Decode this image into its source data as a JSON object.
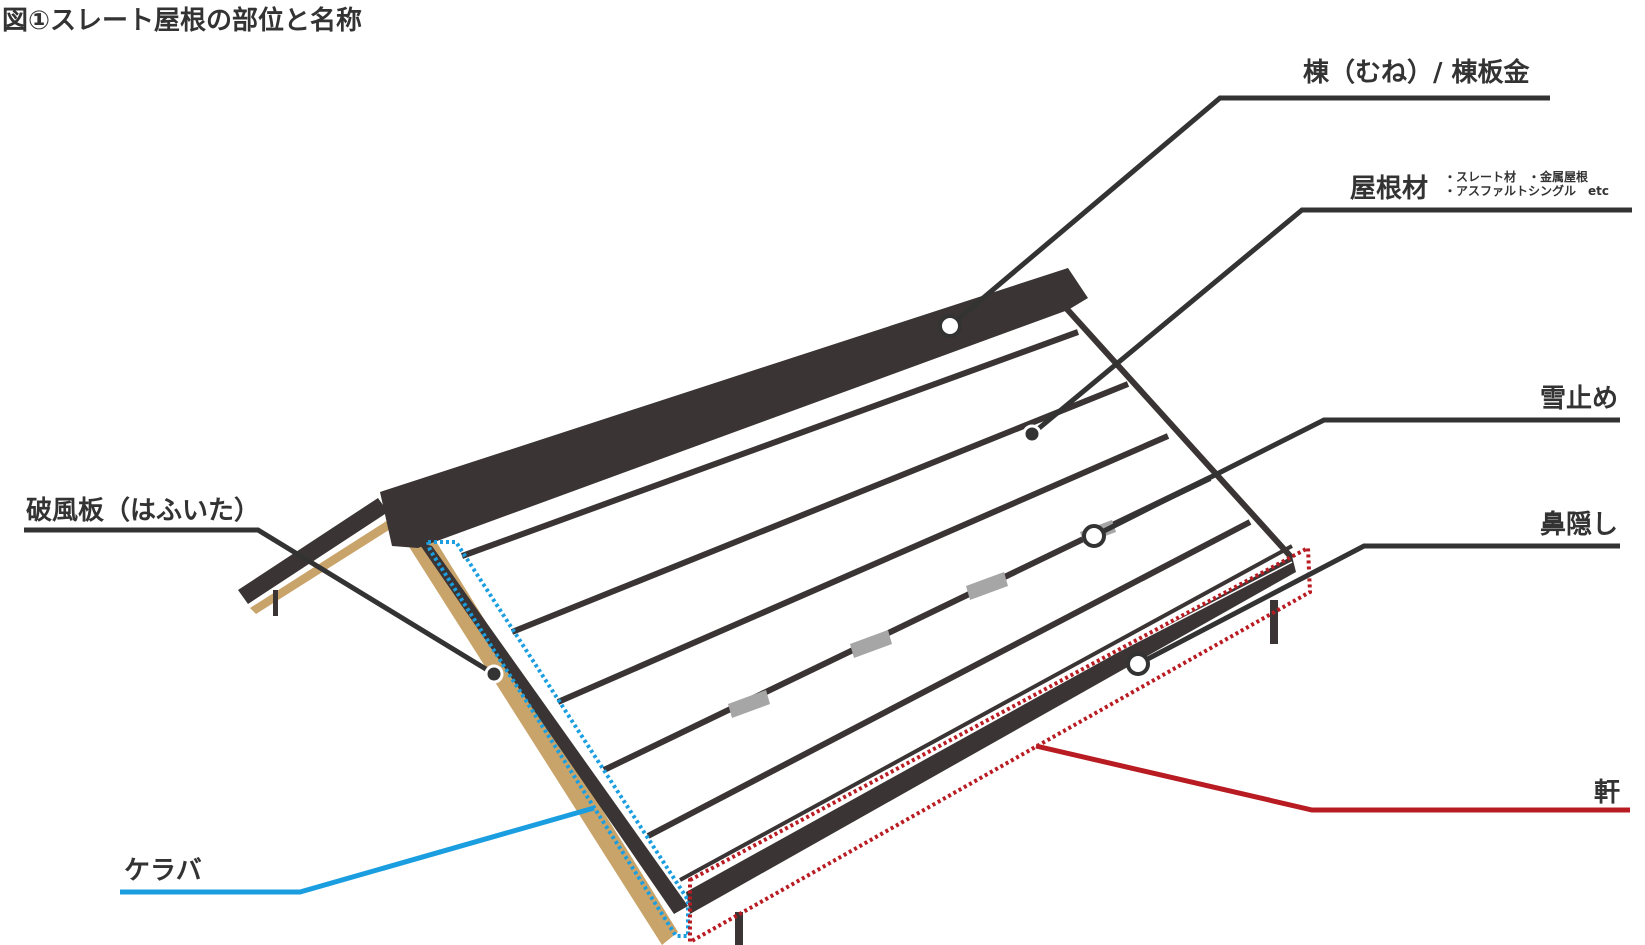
{
  "figure": {
    "title": "図①スレート屋根の部位と名称"
  },
  "labels": {
    "mune": "棟（むね）/ 棟板金",
    "yanezai": "屋根材",
    "yanezai_note_line1": "・スレート材　・金属屋根",
    "yanezai_note_line2": "・アスファルトシングル　etc",
    "yukidome": "雪止め",
    "hanakakushi": "鼻隠し",
    "noki": "軒",
    "hafuita": "破風板（はふいた）",
    "keraba": "ケラバ"
  },
  "colors": {
    "roof": "#3a3534",
    "wood": "#c9a46a",
    "snow_guard": "#a6a6a6",
    "leader": "#333333",
    "keraba": "#1a9ee0",
    "noki": "#b81c22",
    "background": "#ffffff"
  }
}
